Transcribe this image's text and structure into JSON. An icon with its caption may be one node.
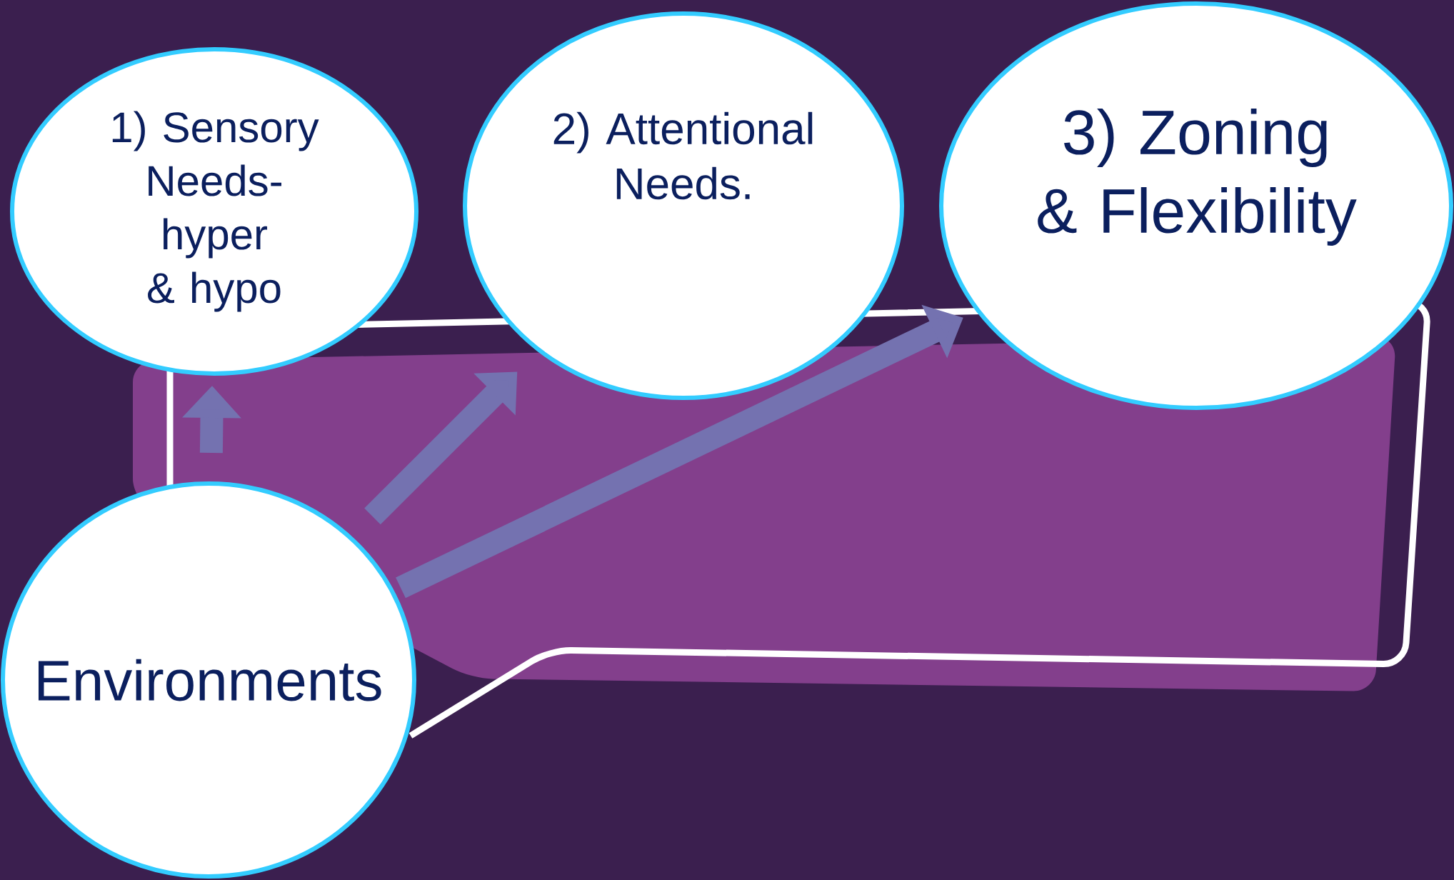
{
  "diagram": {
    "nodes": [
      {
        "text": [
          "1) Sensory Needs- hyper & hypo"
        ]
      },
      {
        "text": [
          "2) Attentional Needs."
        ]
      },
      {
        "text": [
          "3) Zoning & Flexibility"
        ]
      },
      {
        "text": [
          "Environments"
        ]
      }
    ],
    "edges": [
      {
        "from": 3,
        "to": 0,
        "arrow": "to"
      },
      {
        "from": 3,
        "to": 1,
        "arrow": "to"
      },
      {
        "from": 3,
        "to": 2,
        "arrow": "to"
      }
    ]
  }
}
